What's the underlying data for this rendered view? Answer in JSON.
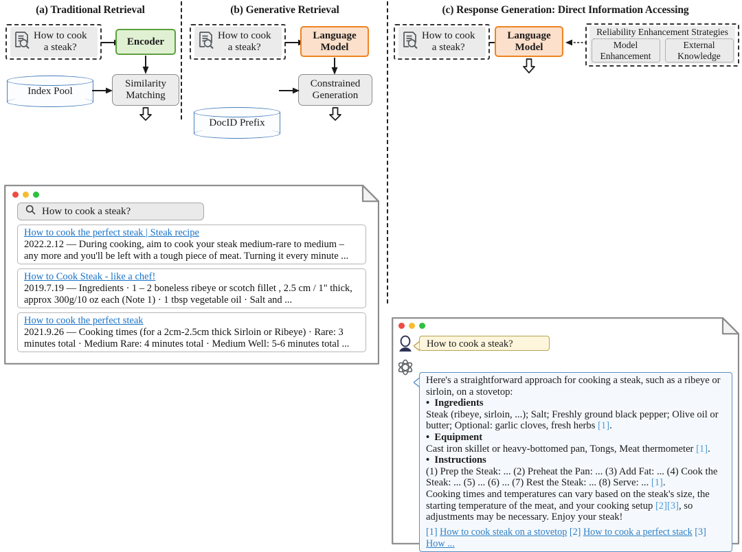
{
  "panels": {
    "a": {
      "caption": "(a) Traditional Retrieval"
    },
    "b": {
      "caption": "(b) Generative Retrieval"
    },
    "c": {
      "caption": "(c) Response Generation: Direct Information Accessing"
    }
  },
  "query": {
    "text": "How to cook\na steak?",
    "icon": "document-search-icon"
  },
  "nodes": {
    "encoder": "Encoder",
    "similarity_matching": "Similarity\nMatching",
    "index_pool": "Index Pool",
    "language_model": "Language\nModel",
    "constrained_generation": "Constrained\nGeneration",
    "docid_prefix": "DocID Prefix"
  },
  "reliability": {
    "title": "Reliability Enhancement Strategies",
    "cells": [
      "Model\nEnhancement",
      "External\nKnowledge"
    ]
  },
  "search_window": {
    "traffic_lights": [
      "red",
      "yellow",
      "green"
    ],
    "search_icon": "magnifier-icon",
    "search_value": "How to cook a steak?",
    "results": [
      {
        "title": "How to cook the perfect steak | Steak recipe",
        "snippet": "2022.2.12 — During cooking, aim to cook your steak medium-rare to medium – any more and you'll be left with a tough piece of meat. Turning it every minute ..."
      },
      {
        "title": "How to Cook Steak - like a chef!",
        "snippet": "2019.7.19 — Ingredients · 1 – 2 boneless ribeye or scotch fillet , 2.5 cm / 1\" thick, approx 300g/10 oz each (Note 1) · 1 tbsp vegetable oil · Salt and ..."
      },
      {
        "title": "How to cook the perfect steak",
        "snippet": "2021.9.26 — Cooking times (for a 2cm-2.5cm thick Sirloin or Ribeye) · Rare: 3 minutes total · Medium Rare: 4 minutes total · Medium Well: 5-6 minutes total ..."
      }
    ]
  },
  "chat_window": {
    "traffic_lights": [
      "red",
      "yellow",
      "green"
    ],
    "user_avatar": "user-avatar-icon",
    "bot_avatar": "openai-logo-icon",
    "user_message": "How to cook a steak?",
    "bot_intro": "Here's a straightforward approach for cooking a steak, such as a ribeye or sirloin, on a stovetop:",
    "sections": [
      {
        "heading": "Ingredients",
        "body_pre": "Steak (ribeye, sirloin, ...); Salt; Freshly ground black pepper; Olive oil or butter; Optional: garlic cloves, fresh herbs ",
        "cite": "[1]",
        "body_post": "."
      },
      {
        "heading": "Equipment",
        "body_pre": "Cast iron skillet or heavy-bottomed pan, Tongs, Meat thermometer ",
        "cite": "[1]",
        "body_post": "."
      },
      {
        "heading": "Instructions",
        "body_pre": "(1) Prep the Steak: ... (2) Preheat the Pan: ... (3) Add Fat: ... (4) Cook the Steak: ... (5) ... (6) ... (7) Rest the Steak: ... (8) Serve: ... ",
        "cite": "[1]",
        "body_post": "."
      }
    ],
    "closing_pre": "Cooking times and temperatures can vary based on the steak's size, the starting temperature of the meat, and your cooking setup ",
    "closing_cite": "[2][3]",
    "closing_post": ", so adjustments may be necessary. Enjoy your steak!",
    "sources": [
      {
        "marker": "[1]",
        "label": "How to cook steak on a stovetop"
      },
      {
        "marker": "[2]",
        "label": "How to cook a perfect stack"
      },
      {
        "marker": "[3]",
        "label": "How ..."
      }
    ]
  },
  "colors": {
    "encoder_border": "#5ba13e",
    "encoder_fill": "#e0f0d2",
    "lm_border": "#ee8322",
    "lm_fill": "#fde0cb",
    "cylinder_border": "#4a7ebb",
    "link": "#1a73c8",
    "cite": "#4d9ad4",
    "user_bubble": "#fdf5dc",
    "bot_bubble": "#f5f9fd"
  }
}
